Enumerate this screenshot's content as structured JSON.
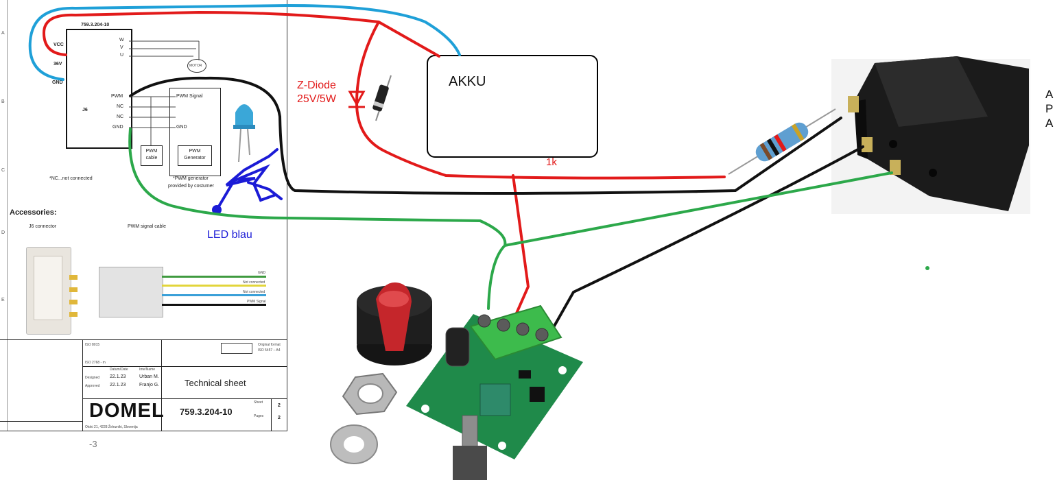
{
  "sheet": {
    "part_number": "759.3.204-10",
    "rows": [
      "A",
      "B",
      "C",
      "D",
      "E"
    ],
    "controller": {
      "vcc": "VCC",
      "voltage": "36V",
      "gnd": "GND",
      "connector": "J6",
      "pins_left": [
        "PWM",
        "NC",
        "NC",
        "GND"
      ],
      "motor_pins": [
        "W",
        "V",
        "U"
      ],
      "motor_label": "MOTOR"
    },
    "pwm_side": [
      "PWM Signal",
      "GND"
    ],
    "pwm_cable": "PWM cable",
    "pwm_generator": "PWM Generator",
    "nc_note": "*NC...not connected",
    "pwm_note_1": "*PWM generator",
    "pwm_note_2": "provided by costumer",
    "accessories": "Accessories:",
    "j6_connector": "J6 connector",
    "pwm_signal_cable": "PWM signal cable",
    "cable_wires": [
      "GND",
      "Not connected",
      "Not connected",
      "PWM Signal"
    ],
    "title_block": {
      "title": "Technical sheet",
      "drawing_no": "759.3.204-10",
      "sheet_no": "2",
      "pages": "2",
      "company": "DOMEL",
      "address": "Otoki 21, 4228 Železniki, Slovenija",
      "iso_1": "ISO 8015",
      "iso_2": "ISO 2768 - m",
      "date_1": "22.1.23",
      "date_2": "22.1.23",
      "name_1": "Urban M.",
      "name_2": "Franjo G.",
      "format": "Original format",
      "format_val": "ISO 5457 – A4",
      "designed": "Designed",
      "approved": "Approved",
      "date_hdr": "Datum/Date",
      "name_hdr": "Ime/Name",
      "sheet_lbl": "Sheet",
      "pages_lbl": "Pages"
    },
    "page_marker": "-3"
  },
  "labels": {
    "akku": "AKKU",
    "zdiode_1": "Z-Diode",
    "zdiode_2": "25V/5W",
    "resistor": "1k",
    "led": "LED blau",
    "side_letters": [
      "A",
      "P",
      "A"
    ]
  },
  "colors": {
    "red_wire": "#e21a1a",
    "blue_wire": "#1fa0d8",
    "black_wire": "#111111",
    "green_wire": "#2ca84a",
    "led_blue": "#1b1bd6",
    "pcb_green": "#1f8a4a",
    "terminal_green": "#3dbb4c"
  }
}
